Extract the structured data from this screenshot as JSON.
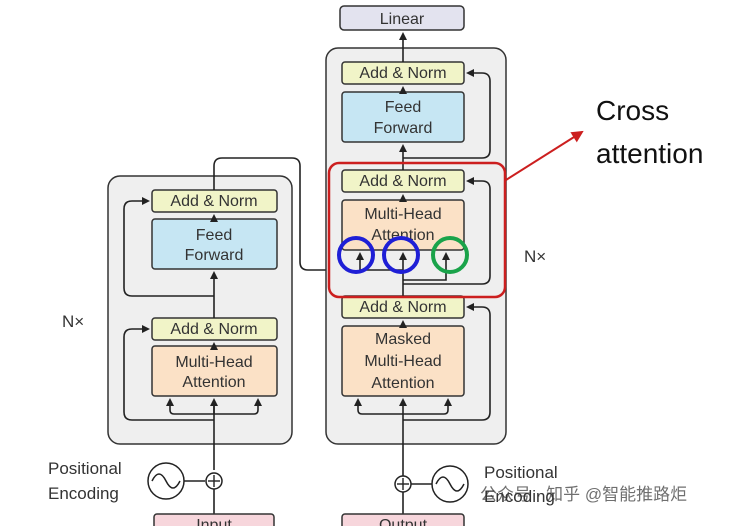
{
  "decoder_top": {
    "linear": "Linear"
  },
  "encoder": {
    "add_norm_top": "Add & Norm",
    "feed_forward_line1": "Feed",
    "feed_forward_line2": "Forward",
    "add_norm_bottom": "Add & Norm",
    "mha_line1": "Multi-Head",
    "mha_line2": "Attention",
    "repeat": "N×",
    "positional_line1": "Positional",
    "positional_line2": "Encoding",
    "input_label": "Input"
  },
  "decoder": {
    "add_norm_top": "Add & Norm",
    "feed_forward_line1": "Feed",
    "feed_forward_line2": "Forward",
    "add_norm_mid": "Add & Norm",
    "cross_mha_line1": "Multi-Head",
    "cross_mha_line2": "Attention",
    "add_norm_bottom": "Add & Norm",
    "masked_line1": "Masked",
    "masked_line2": "Multi-Head",
    "masked_line3": "Attention",
    "repeat": "N×",
    "positional_line1": "Positional",
    "positional_line2": "Encoding",
    "output_label": "Output"
  },
  "annotation": {
    "line1": "Cross",
    "line2": "attention",
    "color": "#cc1f1f"
  },
  "markers": {
    "kv_color": "#1f1fd6",
    "q_color": "#1aa34a"
  },
  "watermark": "公众号 · 知乎 @智能推路炬",
  "colors": {
    "add_norm_fill": "#f1f4c8",
    "feed_forward_fill": "#c6e6f3",
    "attention_fill": "#fbe1c6",
    "linear_fill": "#e3e3ef",
    "input_fill": "#f7d6dc",
    "block_fill": "#efefef"
  }
}
